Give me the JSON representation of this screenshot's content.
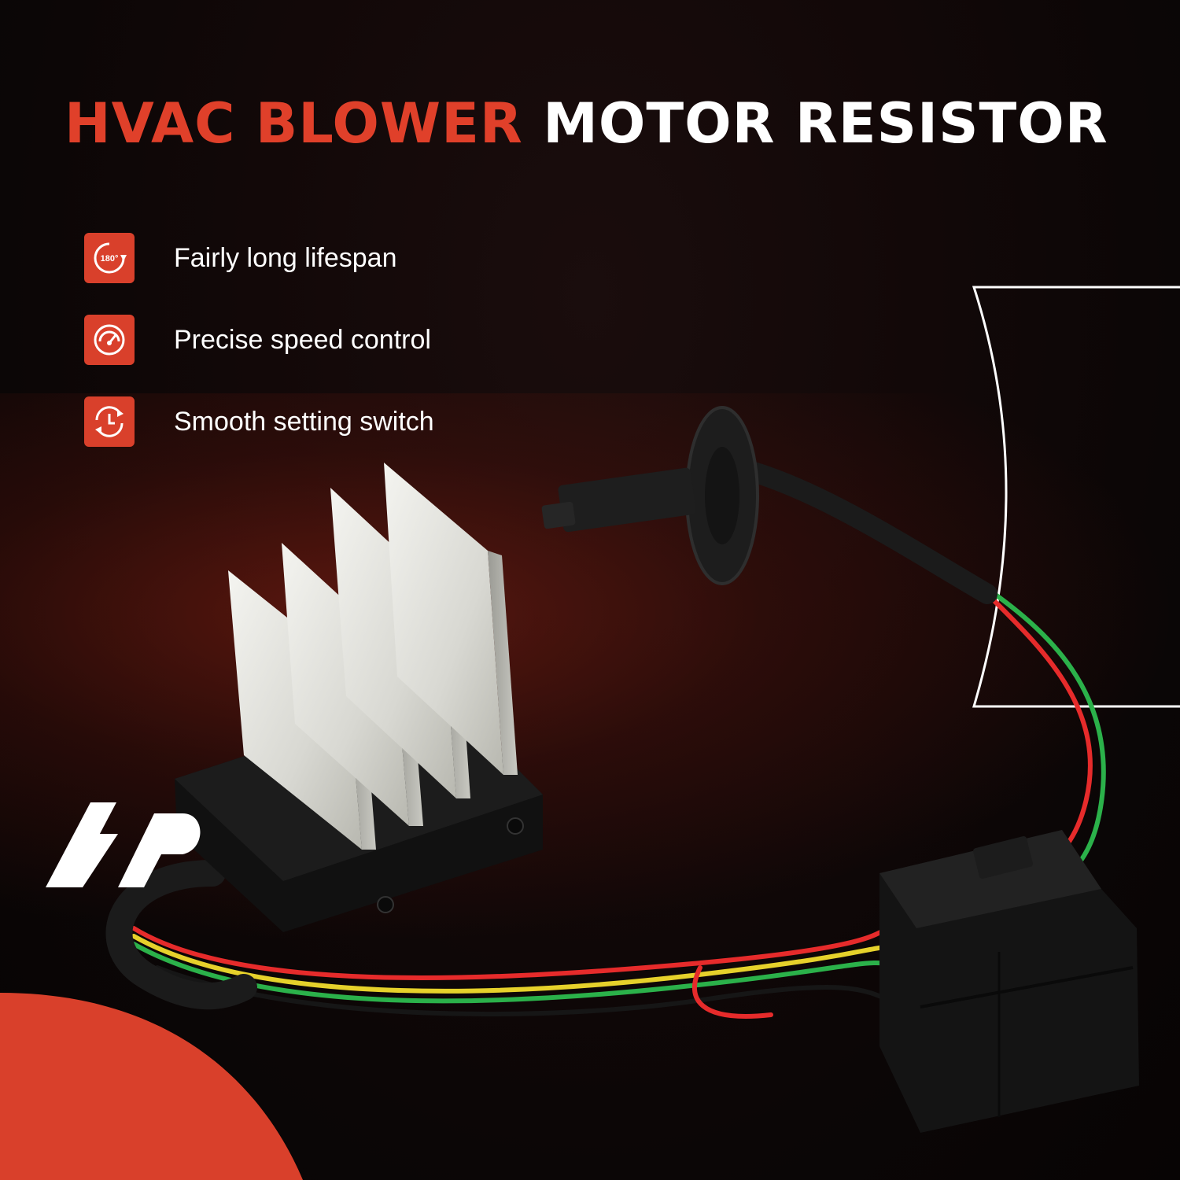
{
  "title": {
    "accent": "HVAC BLOWER",
    "main": "MOTOR RESISTOR"
  },
  "features": [
    {
      "label": "Fairly long lifespan",
      "icon": "rotate-180-icon"
    },
    {
      "label": "Precise speed control",
      "icon": "speedometer-icon"
    },
    {
      "label": "Smooth setting switch",
      "icon": "clock-cycle-icon"
    }
  ],
  "icon_badge_text": "180°",
  "colors": {
    "accent": "#e0402a",
    "background": "#0b0606",
    "text": "#ffffff"
  },
  "logo": {
    "text": "A-P",
    "color": "#ffffff",
    "badge_color": "#d9402b"
  }
}
